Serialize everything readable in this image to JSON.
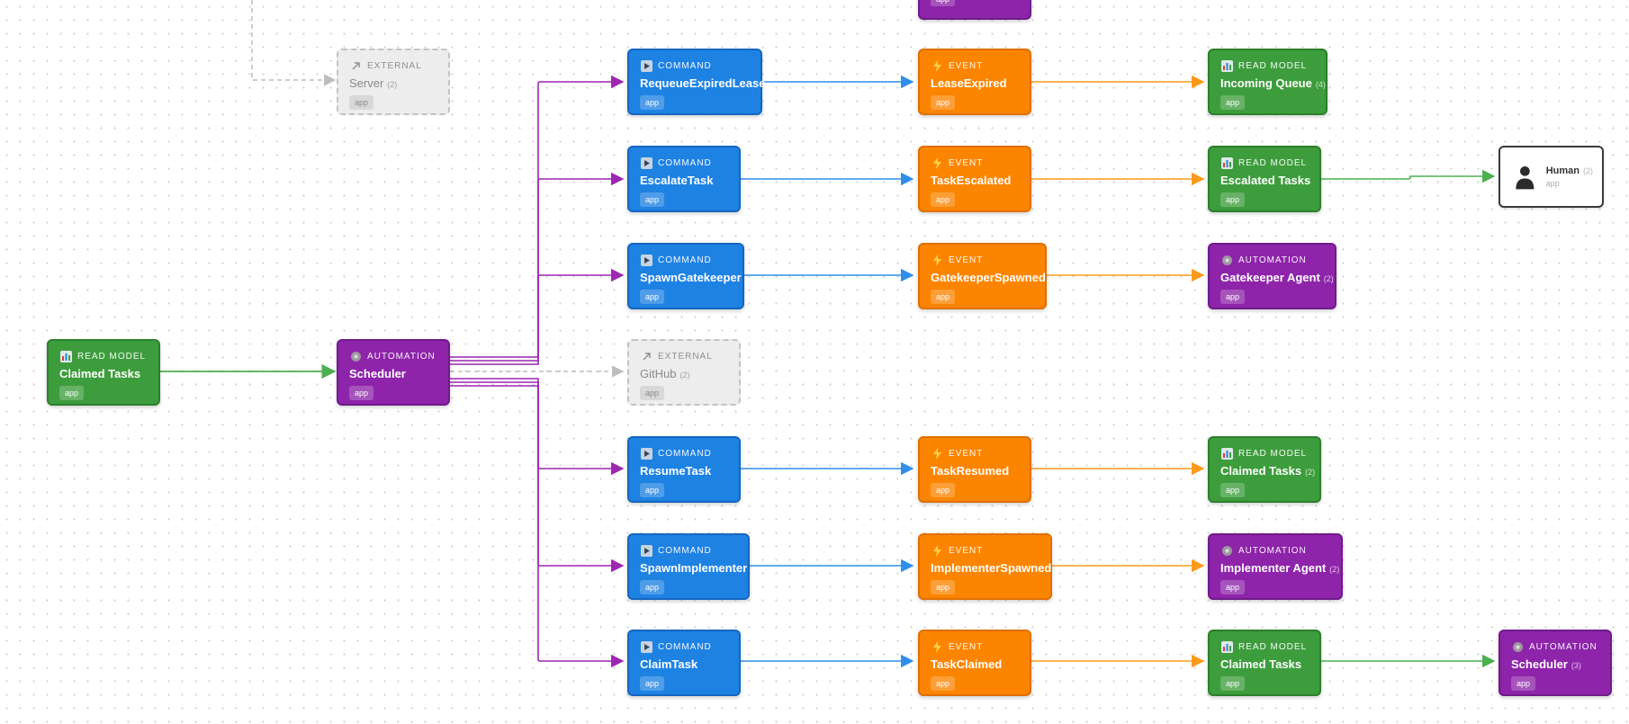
{
  "colors": {
    "command": "#1e82e3",
    "event": "#fb8500",
    "readmodel": "#3d9d3d",
    "automation": "#8e24aa",
    "external": "#ededed"
  },
  "types": {
    "command": "COMMAND",
    "event": "EVENT",
    "readmodel": "READ MODEL",
    "automation": "AUTOMATION",
    "external": "EXTERNAL"
  },
  "icons": {
    "command": "play-icon",
    "event": "lightning-icon",
    "readmodel": "bar-chart-icon",
    "automation": "gear-icon",
    "external": "arrow-up-right-icon",
    "actor": "person-icon"
  },
  "badge": "app",
  "nodes": {
    "top_automation": {
      "name": "",
      "count": "",
      "badge": "app"
    },
    "server": {
      "name": "Server",
      "count": "(2)",
      "badge": "app"
    },
    "claimed_tasks_left": {
      "name": "Claimed Tasks",
      "count": "",
      "badge": "app"
    },
    "scheduler": {
      "name": "Scheduler",
      "count": "",
      "badge": "app"
    },
    "github": {
      "name": "GitHub",
      "count": "(2)",
      "badge": "app"
    },
    "cmd_requeue": {
      "name": "RequeueExpiredLease",
      "count": "",
      "badge": "app"
    },
    "cmd_escalate": {
      "name": "EscalateTask",
      "count": "",
      "badge": "app"
    },
    "cmd_spawn_gate": {
      "name": "SpawnGatekeeper",
      "count": "",
      "badge": "app"
    },
    "cmd_resume": {
      "name": "ResumeTask",
      "count": "",
      "badge": "app"
    },
    "cmd_spawn_impl": {
      "name": "SpawnImplementer",
      "count": "",
      "badge": "app"
    },
    "cmd_claim": {
      "name": "ClaimTask",
      "count": "",
      "badge": "app"
    },
    "ev_lease_expired": {
      "name": "LeaseExpired",
      "count": "",
      "badge": "app"
    },
    "ev_task_escalated": {
      "name": "TaskEscalated",
      "count": "",
      "badge": "app"
    },
    "ev_gatekeeper_spawned": {
      "name": "GatekeeperSpawned",
      "count": "",
      "badge": "app"
    },
    "ev_task_resumed": {
      "name": "TaskResumed",
      "count": "",
      "badge": "app"
    },
    "ev_implementer_spawned": {
      "name": "ImplementerSpawned",
      "count": "",
      "badge": "app"
    },
    "ev_task_claimed": {
      "name": "TaskClaimed",
      "count": "",
      "badge": "app"
    },
    "rm_incoming_queue": {
      "name": "Incoming Queue",
      "count": "(4)",
      "badge": "app"
    },
    "rm_escalated_tasks": {
      "name": "Escalated Tasks",
      "count": "",
      "badge": "app"
    },
    "au_gatekeeper_agent": {
      "name": "Gatekeeper Agent",
      "count": "(2)",
      "badge": "app"
    },
    "rm_claimed_tasks_2": {
      "name": "Claimed Tasks",
      "count": "(2)",
      "badge": "app"
    },
    "au_implementer_agent": {
      "name": "Implementer Agent",
      "count": "(2)",
      "badge": "app"
    },
    "rm_claimed_tasks": {
      "name": "Claimed Tasks",
      "count": "",
      "badge": "app"
    },
    "au_scheduler_3": {
      "name": "Scheduler",
      "count": "(3)",
      "badge": "app"
    },
    "human": {
      "name": "Human",
      "count": "(2)",
      "sub": "app"
    }
  }
}
